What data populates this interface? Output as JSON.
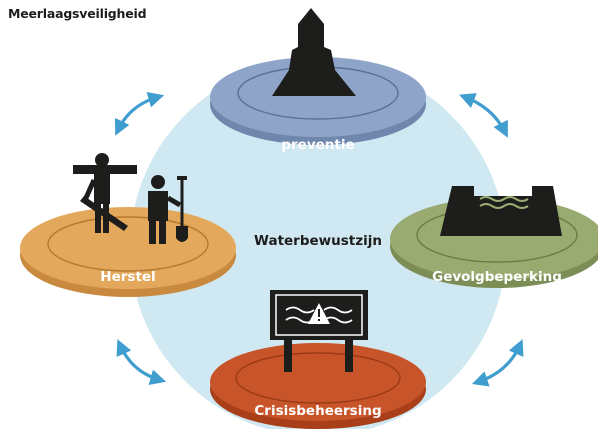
{
  "diagram": {
    "title": "Meerlaagsveiligheid",
    "center": "Waterbewustzijn",
    "layers": {
      "top": {
        "label": "preventie",
        "color": "#8ea4c9",
        "icon": "dike-tower-icon"
      },
      "left": {
        "label": "Herstel",
        "color": "#e4a85c",
        "icon": "workers-icon"
      },
      "right": {
        "label": "Gevolgbeperking",
        "color": "#9aab71",
        "icon": "flood-barrier-icon"
      },
      "bottom": {
        "label": "Crisisbeheersing",
        "color": "#c8552a",
        "icon": "warning-sign-icon"
      }
    },
    "colors": {
      "circle": "#cfe8f1",
      "arrow": "#3f9ecf",
      "icon": "#1d1d1b"
    }
  }
}
